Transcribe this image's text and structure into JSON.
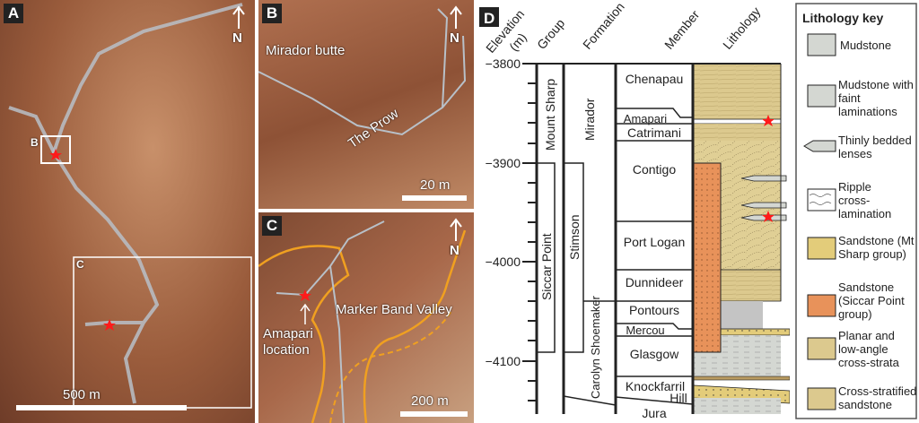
{
  "panels": {
    "a": {
      "label": "A",
      "north": "N",
      "inset_b": "B",
      "inset_c": "C",
      "scale": "500 m"
    },
    "b": {
      "label": "B",
      "north": "N",
      "title": "Mirador butte",
      "route": "The Prow",
      "scale": "20 m"
    },
    "c": {
      "label": "C",
      "north": "N",
      "valley": "Marker Band Valley",
      "location": "Amapari location",
      "scale": "200 m"
    },
    "d": {
      "label": "D"
    }
  },
  "column": {
    "headers": {
      "elevation": "Elevation",
      "elevation_unit": "(m)",
      "group": "Group",
      "formation": "Formation",
      "member": "Member",
      "lithology": "Lithology"
    },
    "ticks": [
      "−3800",
      "−3900",
      "−4000",
      "−4100"
    ],
    "groups": [
      "Mount Sharp",
      "Siccar Point"
    ],
    "formations": [
      "Mirador",
      "Stimson",
      "Carolyn Shoemaker"
    ],
    "members": [
      "Chenapau",
      "Amapari",
      "Catrimani",
      "Contigo",
      "Port Logan",
      "Dunnideer",
      "Pontours",
      "Mercou",
      "Glasgow",
      "Knockfarril",
      "Hill",
      "Jura"
    ]
  },
  "key": {
    "title": "Lithology key",
    "items": [
      {
        "label": "Mudstone",
        "color": "#d4d7d2"
      },
      {
        "label": "Mudstone with faint laminations",
        "color": "#d4d7d2"
      },
      {
        "label": "Thinly bedded lenses",
        "color": "#d4d7d2"
      },
      {
        "label": "Ripple cross-lamination",
        "color": "#ffffff"
      },
      {
        "label": "Sandstone (Mt Sharp group)",
        "color": "#e3cc7a"
      },
      {
        "label": "Sandstone (Siccar Point group)",
        "color": "#e8925a"
      },
      {
        "label": "Planar and low-angle cross-strata",
        "color": "#dcc98e"
      },
      {
        "label": "Cross-stratified sandstone",
        "color": "#dcc98e"
      }
    ]
  },
  "colors": {
    "star": "#ff1a1a",
    "route": "#b8c0c8",
    "contour": "#f0a020"
  }
}
